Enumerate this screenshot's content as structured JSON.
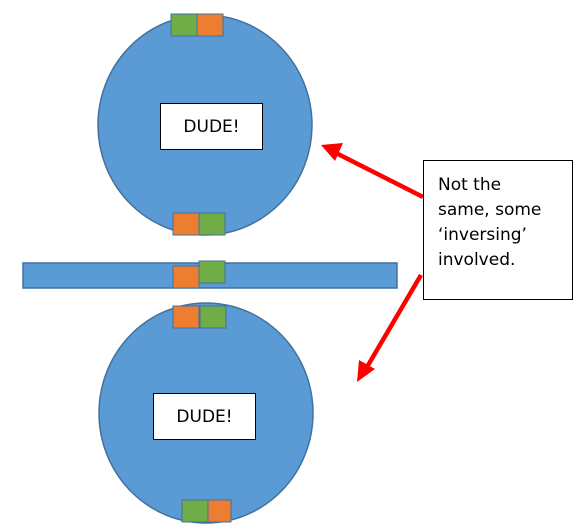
{
  "colors": {
    "disc_fill": "#5b9bd5",
    "disc_stroke": "#41719c",
    "green": "#70ad47",
    "orange": "#ed7d31",
    "arrow": "#ff0000"
  },
  "top_disc": {
    "label": "DUDE!"
  },
  "bottom_disc": {
    "label": "DUDE!"
  },
  "callout": {
    "lines": [
      "Not the",
      "same, some",
      "‘inversing’",
      "involved."
    ]
  }
}
